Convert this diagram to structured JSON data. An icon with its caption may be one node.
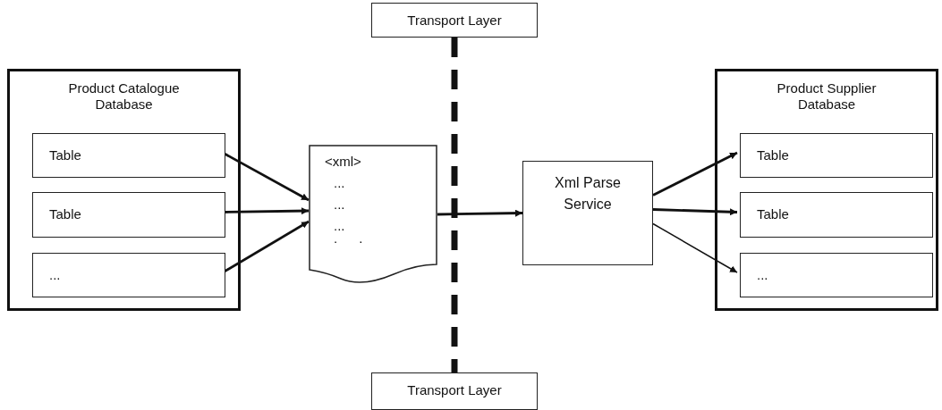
{
  "diagram": {
    "nodes": [
      {
        "text": [
          "Transport Layer"
        ]
      },
      {
        "text": [
          "Product Catalogue Database"
        ]
      },
      {
        "text": [
          "Table"
        ],
        "in": 1
      },
      {
        "text": [
          "Table"
        ],
        "in": 1
      },
      {
        "text": [
          "..."
        ],
        "in": 1
      },
      {
        "text": [
          "<xml>",
          "...",
          "...",
          "...",
          ". ."
        ]
      },
      {
        "text": [
          "Transport Layer"
        ]
      },
      {
        "text": [
          "Xml Parse Service"
        ]
      },
      {
        "text": [
          "Product Supplier Database"
        ]
      },
      {
        "text": [
          "Table"
        ],
        "in": 8
      },
      {
        "text": [
          "Table"
        ],
        "in": 8
      },
      {
        "text": [
          "..."
        ],
        "in": 8
      }
    ],
    "edges": [
      {
        "from": 0,
        "to": 6,
        "arrow": "none",
        "style": "dashed"
      },
      {
        "from": 2,
        "to": 5,
        "arrow": "to"
      },
      {
        "from": 3,
        "to": 5,
        "arrow": "to"
      },
      {
        "from": 4,
        "to": 5,
        "arrow": "to"
      },
      {
        "from": 5,
        "to": 7,
        "arrow": "to"
      },
      {
        "from": 7,
        "to": 9,
        "arrow": "to"
      },
      {
        "from": 7,
        "to": 10,
        "arrow": "to"
      },
      {
        "from": 7,
        "to": 11,
        "arrow": "to"
      }
    ]
  }
}
